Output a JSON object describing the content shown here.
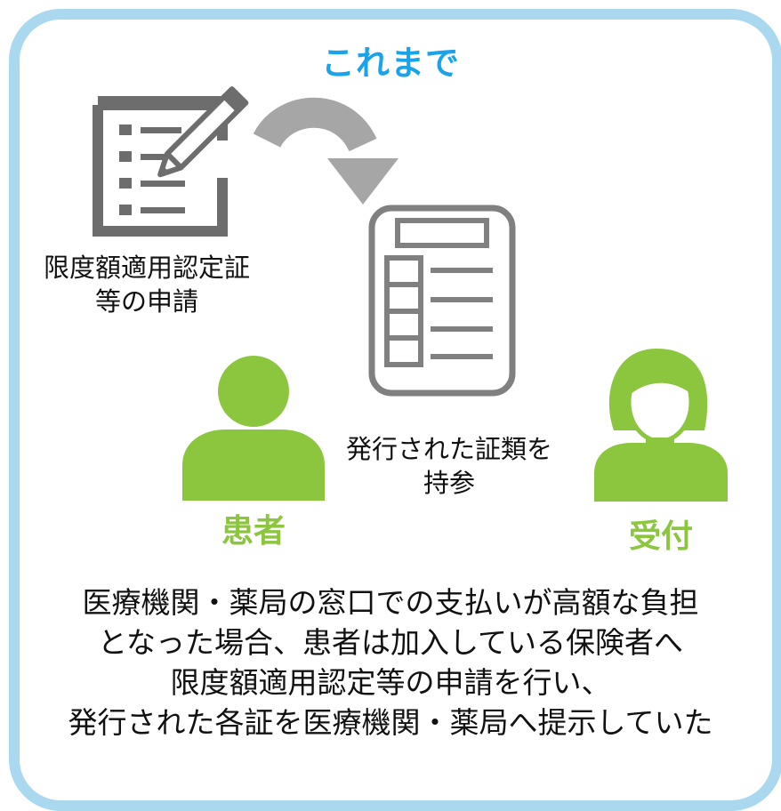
{
  "title": "これまで",
  "application": {
    "icon": "application-form-with-pencil-icon",
    "label_lines": [
      "限度額適用認定証",
      "等の申請"
    ]
  },
  "flow": {
    "icon": "curved-arrow-icon"
  },
  "certificate": {
    "icon": "certificate-document-icon",
    "label_lines": [
      "発行された証類を",
      "持参"
    ]
  },
  "patient": {
    "icon": "patient-person-icon",
    "label": "患者"
  },
  "reception": {
    "icon": "receptionist-woman-icon",
    "label": "受付"
  },
  "description_lines": [
    "医療機関・薬局の窓口での支払いが高額な負担",
    "となった場合、患者は加入している保険者へ",
    "限度額適用認定等の申請を行い、",
    "発行された各証を医療機関・薬局へ提示していた"
  ],
  "colors": {
    "frame": "#a9d8ef",
    "title": "#1aa3e8",
    "green": "#8cc63f",
    "icon_gray": "#6d6d6d",
    "arrow_gray": "#a6a6a6"
  }
}
